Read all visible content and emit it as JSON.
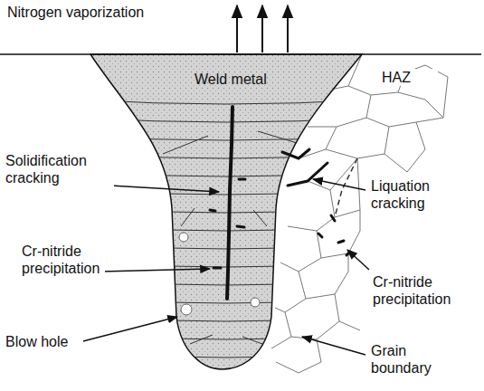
{
  "diagram": {
    "labels": [
      "Nitrogen vaporization",
      "Weld metal",
      "HAZ",
      "Solidification cracking",
      "Liquation cracking",
      "Cr-nitride precipitation",
      "Cr-nitride precipitation",
      "Blow hole",
      "Grain boundary"
    ]
  }
}
